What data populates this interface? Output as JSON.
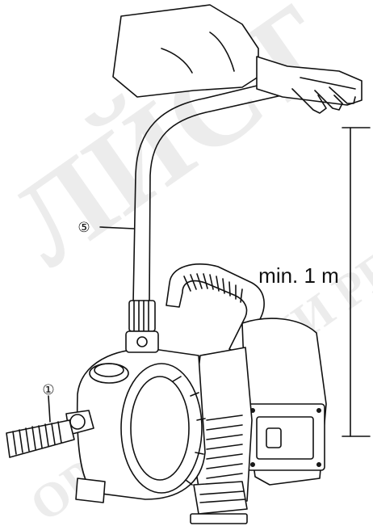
{
  "callouts": [
    {
      "number": "⑤"
    },
    {
      "number": "①"
    }
  ],
  "dimension": {
    "label": "min. 1 m"
  },
  "watermark": {
    "line1": "ЛЙСТ",
    "line2": "ОРИГИНАЛНИ РЕШЕНИЯ"
  },
  "colors": {
    "ink": "#111111",
    "background": "#ffffff",
    "watermark": "#bdbdbd"
  }
}
